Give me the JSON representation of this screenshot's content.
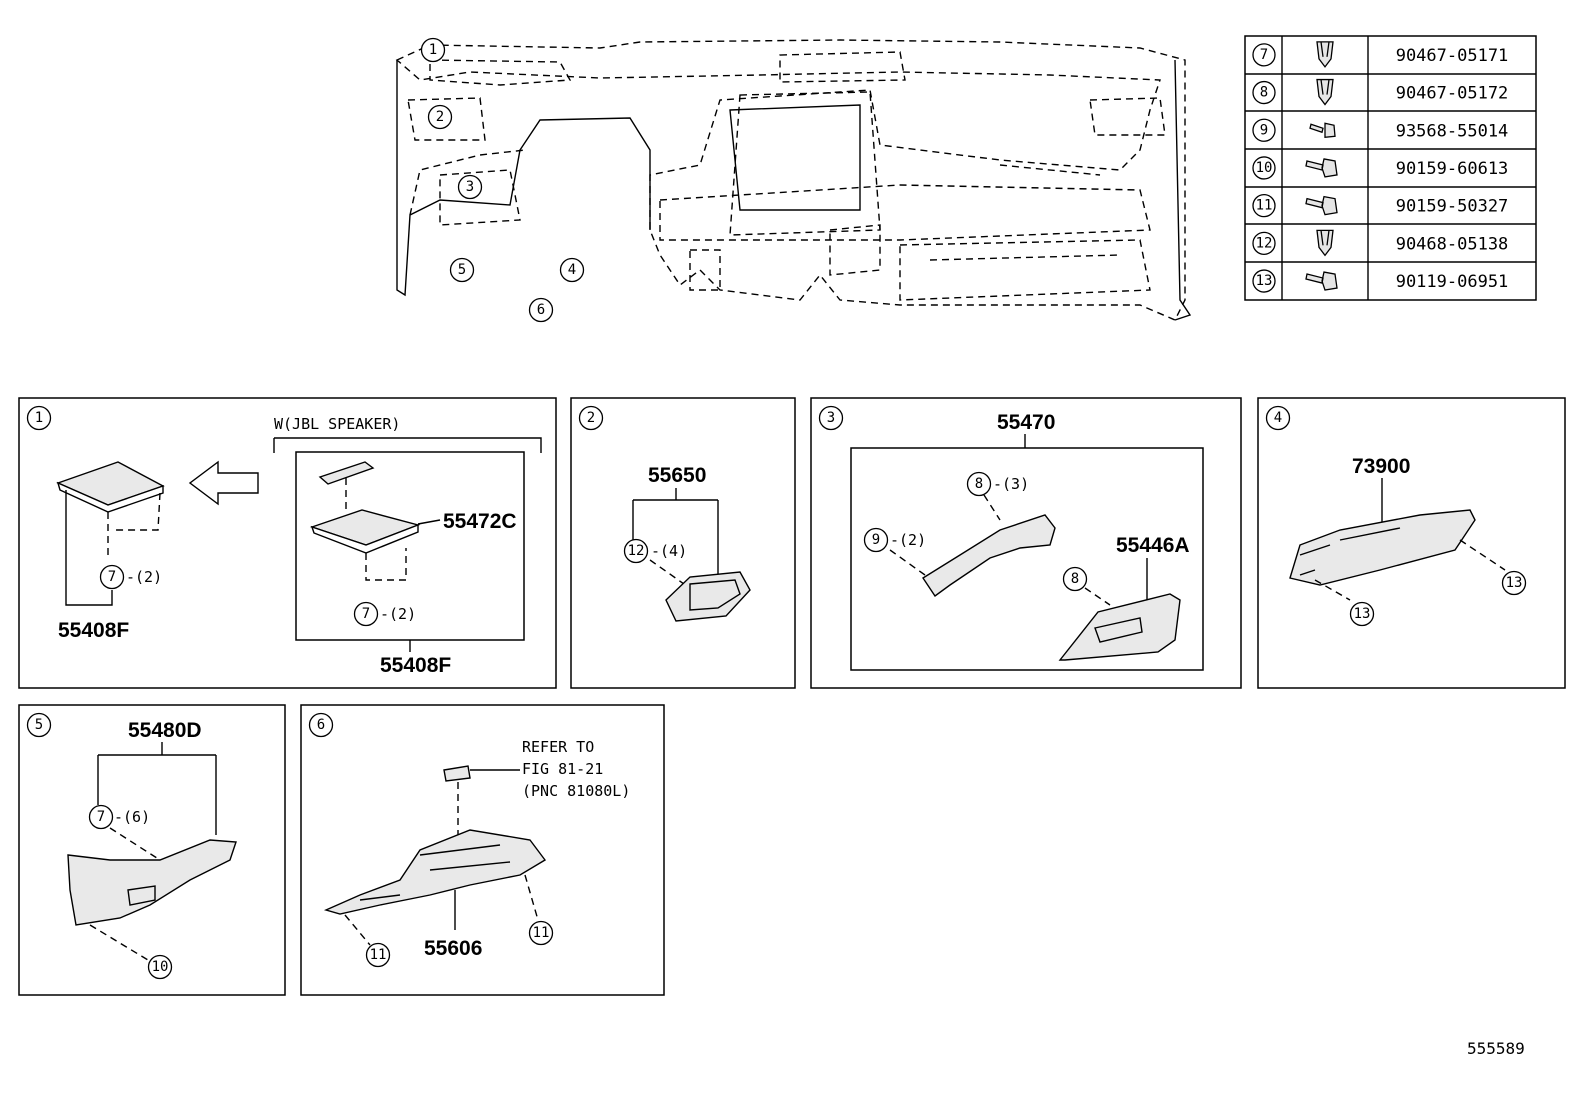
{
  "fastener_table": [
    {
      "ref": "7",
      "part_no": "90467-05171",
      "icon": "clip-icon"
    },
    {
      "ref": "8",
      "part_no": "90467-05172",
      "icon": "clip-icon"
    },
    {
      "ref": "9",
      "part_no": "93568-55014",
      "icon": "screw-icon"
    },
    {
      "ref": "10",
      "part_no": "90159-60613",
      "icon": "bolt-icon"
    },
    {
      "ref": "11",
      "part_no": "90159-50327",
      "icon": "bolt-icon"
    },
    {
      "ref": "12",
      "part_no": "90468-05138",
      "icon": "clip-icon"
    },
    {
      "ref": "13",
      "part_no": "90119-06951",
      "icon": "bolt-icon"
    }
  ],
  "overview": {
    "callouts": [
      "1",
      "2",
      "3",
      "4",
      "5",
      "6"
    ]
  },
  "panels": {
    "p1": {
      "ref": "1",
      "variant": "W(JBL SPEAKER)",
      "part_a": "55408F",
      "part_b": "55472C",
      "part_c": "55408F",
      "clip_ref": "7",
      "clip_qty_a": "-(2)",
      "clip_qty_b": "-(2)"
    },
    "p2": {
      "ref": "2",
      "part": "55650",
      "clip_ref": "12",
      "clip_qty": "-(4)"
    },
    "p3": {
      "ref": "3",
      "part_a": "55470",
      "part_b": "55446A",
      "clip_a_ref": "8",
      "clip_a_qty": "-(3)",
      "clip_b_ref": "9",
      "clip_b_qty": "-(2)",
      "clip_c_ref": "8"
    },
    "p4": {
      "ref": "4",
      "part": "73900",
      "bolt_ref": "13"
    },
    "p5": {
      "ref": "5",
      "part": "55480D",
      "clip_ref": "7",
      "clip_qty": "-(6)",
      "bolt_ref": "10"
    },
    "p6": {
      "ref": "6",
      "part": "55606",
      "note_1": "REFER TO",
      "note_2": "FIG 81-21",
      "note_3": "(PNC 81080L)",
      "bolt_ref": "11"
    }
  },
  "illustration_id": "555589"
}
